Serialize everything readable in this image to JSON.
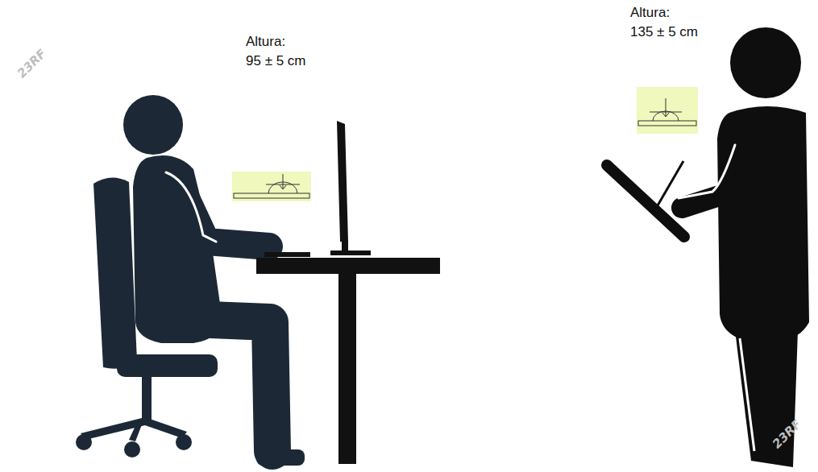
{
  "diagram": {
    "labels": [
      "Altura:",
      "95 ± 5 cm",
      "Altura:",
      "135 ± 5 cm",
      "23RF",
      "23RF"
    ]
  }
}
